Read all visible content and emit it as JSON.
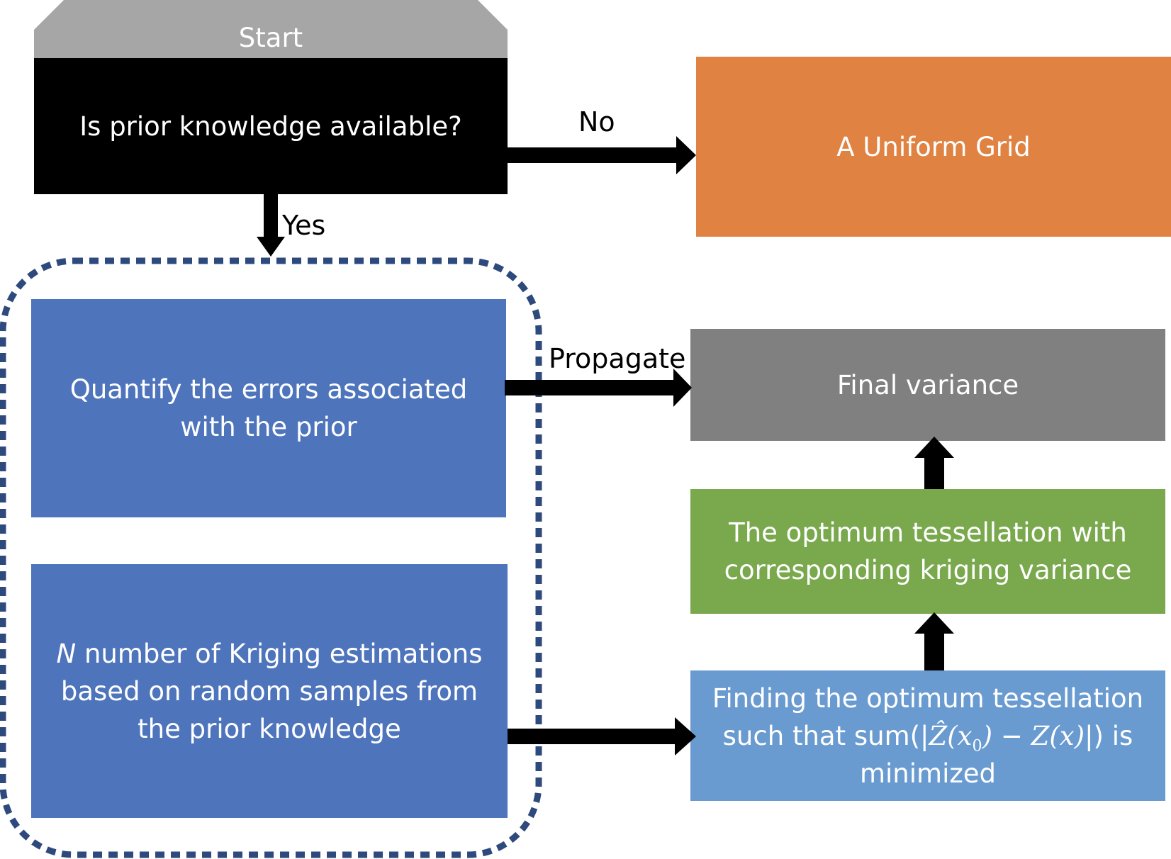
{
  "start": {
    "tab_label": "Start",
    "question": "Is prior knowledge available?"
  },
  "edges": {
    "no": "No",
    "yes": "Yes",
    "propagate": "Propagate"
  },
  "nodes": {
    "uniform_grid": "A Uniform Grid",
    "quantify_errors": {
      "line1": "Quantify the errors associated",
      "line2": "with the prior"
    },
    "kriging": {
      "n_symbol": "N",
      "line1_rest": " number of Kriging estimations",
      "line2": "based on random samples from",
      "line3": "the prior knowledge"
    },
    "final_variance": "Final variance",
    "optimum_tessellation": {
      "line1": "The optimum tessellation with",
      "line2": "corresponding kriging variance"
    },
    "finding": {
      "line1": "Finding the optimum tessellation",
      "line2_pre": "such that sum(|",
      "z_hat": "Ẑ",
      "x0_open": "(x",
      "x0_sub": "0",
      "x0_close": ")",
      "minus": " − ",
      "z_x": "Z(x)",
      "line2_post": "|) is",
      "line3": "minimized"
    }
  },
  "colors": {
    "start_tab": "#a6a6a6",
    "question_box": "#000000",
    "uniform_grid": "#e08342",
    "blue_box": "#4e74bc",
    "final_variance": "#808080",
    "green_box": "#79a84d",
    "light_blue_box": "#6a9bd0",
    "dashed_border": "#2e4a7d",
    "arrow": "#000000"
  }
}
